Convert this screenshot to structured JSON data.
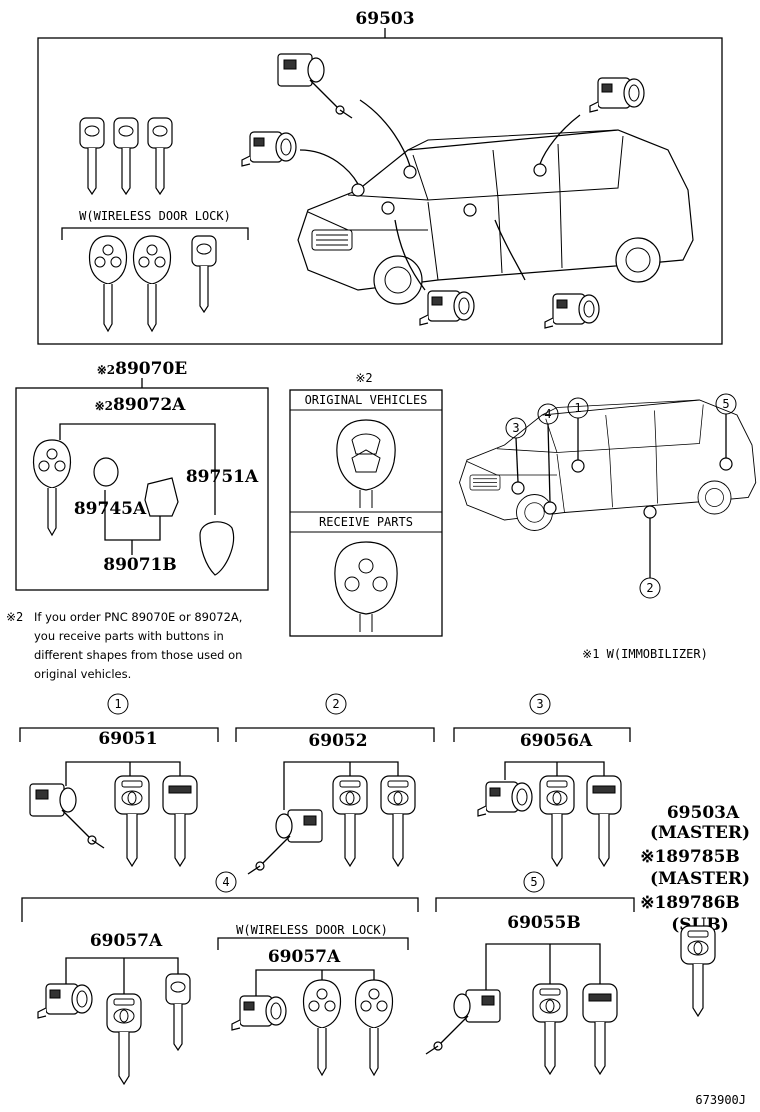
{
  "main_assembly": {
    "part_no": "69503"
  },
  "wireless_label_top": "W(WIRELESS DOOR LOCK)",
  "remote_group": {
    "outer_part": "89070E",
    "outer_mark": "※2",
    "inner_part": "89072A",
    "inner_mark": "※2",
    "cap_part": "89745A",
    "battery_part": "89071B",
    "case_part": "89751A"
  },
  "compare_box": {
    "mark": "※2",
    "original_label": "ORIGINAL VEHICLES",
    "receive_label": "RECEIVE PARTS"
  },
  "footnote": {
    "mark": "※2",
    "lines": [
      "If you order PNC 89070E or 89072A,",
      "you receive parts with buttons in",
      "different shapes from those used on",
      "original vehicles."
    ]
  },
  "locator": {
    "numbers": [
      "1",
      "2",
      "3",
      "4",
      "5"
    ],
    "immobilizer_note": "※1 W(IMMOBILIZER)"
  },
  "sets": [
    {
      "num": "1",
      "part": "69051"
    },
    {
      "num": "2",
      "part": "69052"
    },
    {
      "num": "3",
      "part": "69056A"
    },
    {
      "num": "4",
      "part": "69057A",
      "sub_label": "W(WIRELESS DOOR LOCK)",
      "sub_part": "69057A"
    },
    {
      "num": "5",
      "part": "69055B"
    }
  ],
  "master_keys": {
    "lines": [
      "69503A",
      "(MASTER)",
      "※189785B",
      "(MASTER)",
      "※189786B",
      "(SUB)"
    ]
  },
  "figure_code": "673900J"
}
